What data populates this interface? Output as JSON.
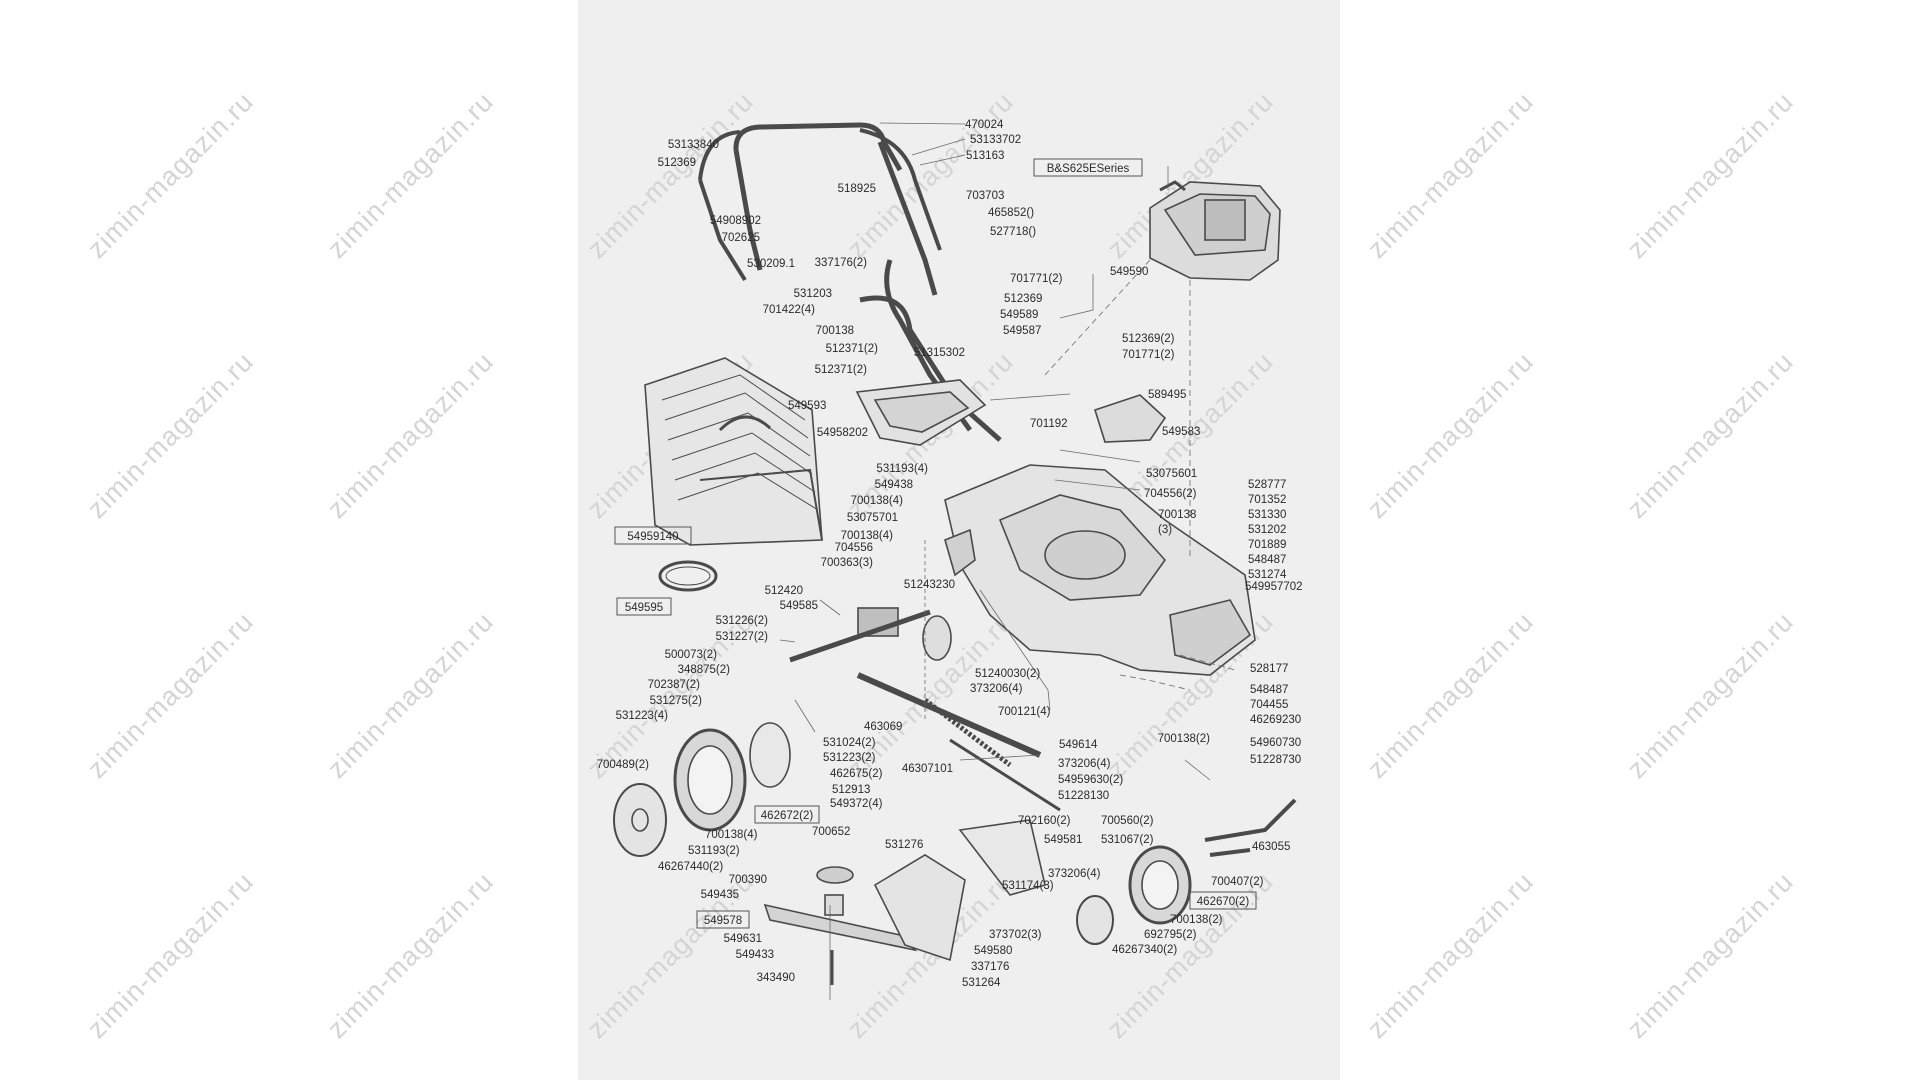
{
  "watermark": "zimin-magazin.ru",
  "boxed_labels": [
    "B&S625ESeries",
    "54959140",
    "549595",
    "462672(2)",
    "549578",
    "462670(2)"
  ],
  "labels": [
    "470024",
    "53133702",
    "513163",
    "53133840",
    "512369",
    "518925",
    "703703",
    "465852()",
    "527718()",
    "54908902",
    "702625",
    "530209.1",
    "337176(2)",
    "701771(2)",
    "549590",
    "531203",
    "512369",
    "701422(4)",
    "549589",
    "700138",
    "549587",
    "512369(2)",
    "512371(2)",
    "701771(2)",
    "512371(2)",
    "51315302",
    "589495",
    "549593",
    "54958202",
    "701192",
    "549583",
    "531193(4)",
    "53075601",
    "549438",
    "528777",
    "704556(2)",
    "701352",
    "700138(4)",
    "700138",
    "531330",
    "53075701",
    "(3)",
    "531202",
    "700138(4)",
    "701889",
    "704556",
    "548487",
    "700363(3)",
    "531274",
    "512420",
    "51243230",
    "549585",
    "549957702",
    "531226(2)",
    "531227(2)",
    "500073(2)",
    "51240030(2)",
    "528177",
    "348875(2)",
    "373206(4)",
    "548487",
    "702387(2)",
    "700121(4)",
    "704455",
    "531275(2)",
    "46269230",
    "531223(4)",
    "463069",
    "700138(2)",
    "54960730",
    "531024(2)",
    "549614",
    "531223(2)",
    "51228730",
    "700489(2)",
    "46307101",
    "373206(4)",
    "462675(2)",
    "54959630(2)",
    "512913",
    "51228130",
    "549372(4)",
    "702160(2)",
    "700560(2)",
    "700138(4)",
    "700652",
    "549581",
    "531067(2)",
    "463055",
    "531193(2)",
    "531276",
    "46267440(2)",
    "373206(4)",
    "700407(2)",
    "700390",
    "549435",
    "531174(3)",
    "700138(2)",
    "373702(3)",
    "692795(2)",
    "549631",
    "549580",
    "46267340(2)",
    "549433",
    "337176",
    "343490",
    "531264"
  ]
}
